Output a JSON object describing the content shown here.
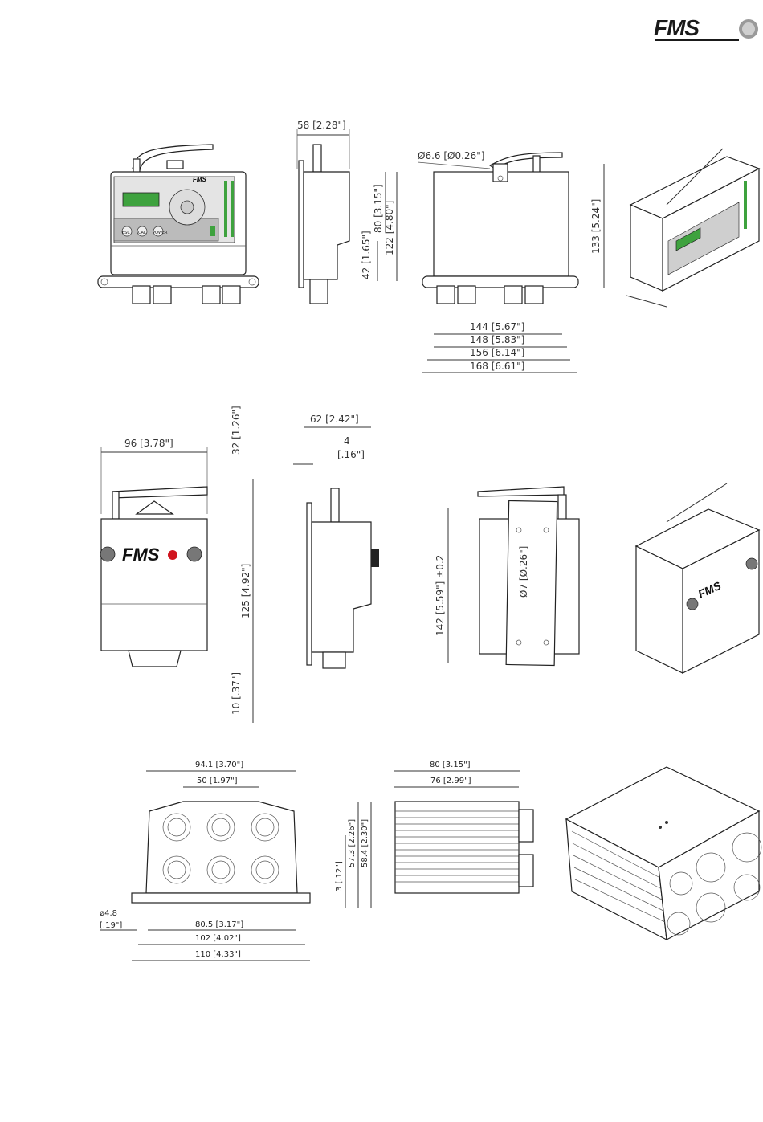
{
  "brand": {
    "logo_text": "FMS",
    "accent": "#d0141e"
  },
  "row1": {
    "side_depth": "58 [2.28\"]",
    "side_h80": "80 [3.15\"]",
    "side_h122": "122 [4.80\"]",
    "side_h42": "42 [1.65\"]",
    "hole": "Ø6.6 [Ø0.26\"]",
    "height133": "133 [5.24\"]",
    "w144": "144 [5.67\"]",
    "w148": "148 [5.83\"]",
    "w156": "156 [6.14\"]",
    "w168": "168 [6.61\"]",
    "panel_buttons": [
      "ESC",
      "CAL",
      "POWER"
    ]
  },
  "row2": {
    "w96": "96 [3.78\"]",
    "h32": "32 [1.26\"]",
    "h125": "125 [4.92\"]",
    "h10": "10 [.37\"]",
    "d62": "62 [2.42\"]",
    "d4": "4",
    "d4in": "[.16\"]",
    "h142": "142 [5.59\"] ±0.2",
    "hole7": "Ø7 [Ø.26\"]",
    "logo_text": "FMS"
  },
  "row3": {
    "w94": "94.1 [3.70\"]",
    "w50": "50 [1.97\"]",
    "h3": "3 [.12\"]",
    "h57": "57.3 [2.26\"]",
    "h58": "58.4 [2.30\"]",
    "hole48": "ø4.8",
    "hole48in": "[.19\"]",
    "w80_5": "80.5 [3.17\"]",
    "w102": "102 [4.02\"]",
    "w110": "110 [4.33\"]",
    "w80": "80 [3.15\"]",
    "w76": "76 [2.99\"]"
  }
}
